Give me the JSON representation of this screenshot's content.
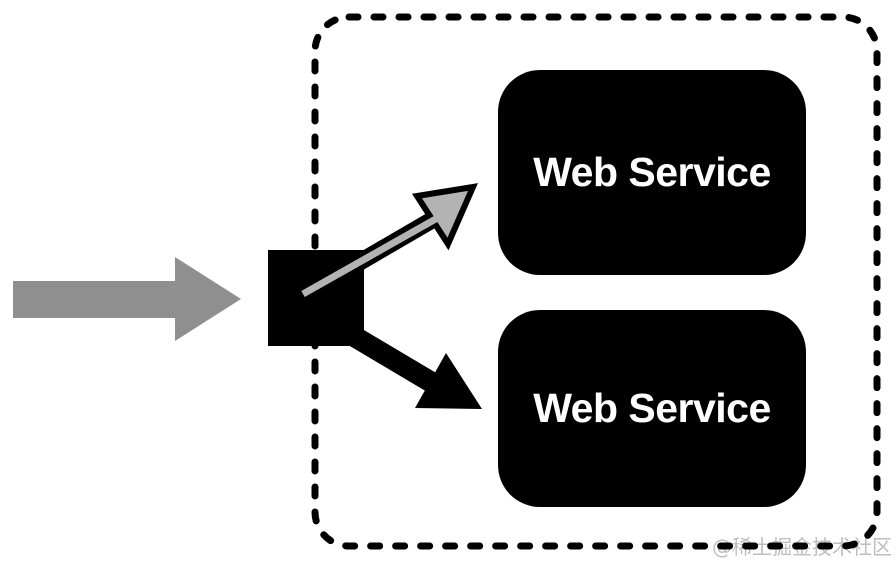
{
  "boxes": [
    {
      "label": "Web Service"
    },
    {
      "label": "Web Service"
    }
  ],
  "watermark": {
    "text": "@稀土掘金技术社区"
  },
  "colors": {
    "black": "#000000",
    "arrow_gray": "#8f8f8f",
    "light_gray": "#b3b3b3",
    "watermark_gray": "#bdbdbd",
    "background": "#ffffff",
    "box_text": "#ffffff"
  }
}
